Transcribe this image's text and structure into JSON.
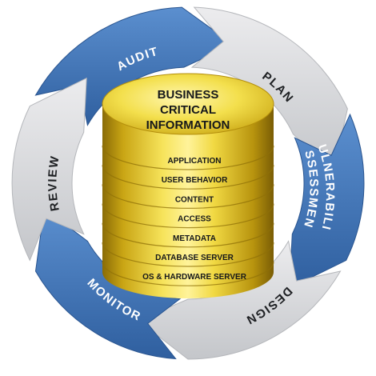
{
  "diagram": {
    "center": {
      "title_lines": [
        "BUSINESS",
        "CRITICAL",
        "INFORMATION"
      ],
      "layers": [
        "APPLICATION",
        "USER BEHAVIOR",
        "CONTENT",
        "ACCESS",
        "METADATA",
        "DATABASE SERVER",
        "OS & HARDWARE SERVER"
      ]
    },
    "cycle": [
      {
        "label": "AUDIT",
        "color": "blue"
      },
      {
        "label": "PLAN",
        "color": "gray"
      },
      {
        "label": "VULNERABILITY",
        "label2": "ASSESSMENT",
        "color": "blue"
      },
      {
        "label": "DESIGN",
        "color": "gray"
      },
      {
        "label": "MONITOR",
        "color": "blue"
      },
      {
        "label": "REVIEW",
        "color": "gray"
      }
    ],
    "colors": {
      "blue": "#3f73b5",
      "gray": "#d5d7da",
      "gold": "#d8b920",
      "label_on_blue": "#ffffff",
      "label_on_gray": "#1d1f22"
    }
  }
}
